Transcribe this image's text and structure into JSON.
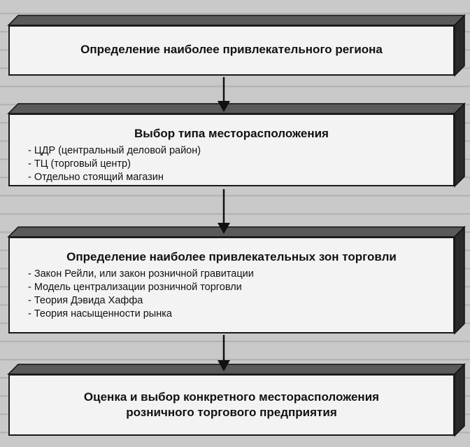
{
  "steps": [
    {
      "title": "Определение наиболее привлекательного региона",
      "items": []
    },
    {
      "title": "Выбор типа месторасположения",
      "items": [
        "- ЦДР (центральный деловой район)",
        "- ТЦ (торговый центр)",
        "- Отдельно стоящий магазин"
      ]
    },
    {
      "title": "Определение наиболее привлекательных зон торговли",
      "items": [
        "- Закон Рейли, или закон розничной гравитации",
        "- Модель централизации розничной торговли",
        "- Теория Дэвида Хаффа",
        "- Теория насыщенности рынка"
      ]
    },
    {
      "title": "Оценка и выбор конкретного месторасположения розничного торгового предприятия",
      "items": []
    }
  ],
  "colors": {
    "box_fill": "#f3f3f3",
    "box_side": "#2a2a2a",
    "box_top": "#5a5a5a",
    "arrow": "#111111"
  }
}
